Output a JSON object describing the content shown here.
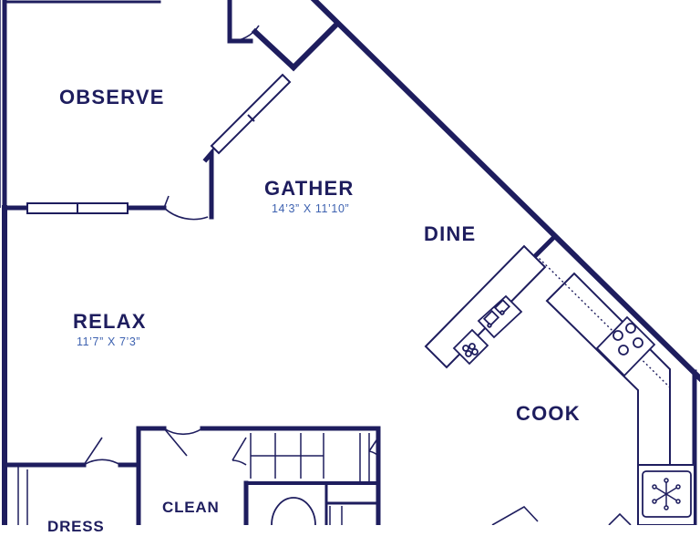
{
  "colors": {
    "wall": "#1e1d5e",
    "label": "#1e1d5e",
    "dimension": "#3e62b0",
    "background": "#ffffff"
  },
  "rooms": {
    "observe": {
      "name": "OBSERVE"
    },
    "gather": {
      "name": "GATHER",
      "dimensions": "14’3” X 11’10”"
    },
    "dine": {
      "name": "DINE"
    },
    "relax": {
      "name": "RELAX",
      "dimensions": "11’7” X 7’3”"
    },
    "cook": {
      "name": "COOK"
    },
    "clean": {
      "name": "CLEAN"
    },
    "dress": {
      "name": "DRESS"
    }
  },
  "fixtures": {
    "sink": "sink-icon",
    "dishwasher": "dishwasher-icon",
    "range": "stovetop-icon",
    "refrigerator": "snowflake-icon",
    "toilet": "toilet-icon"
  }
}
